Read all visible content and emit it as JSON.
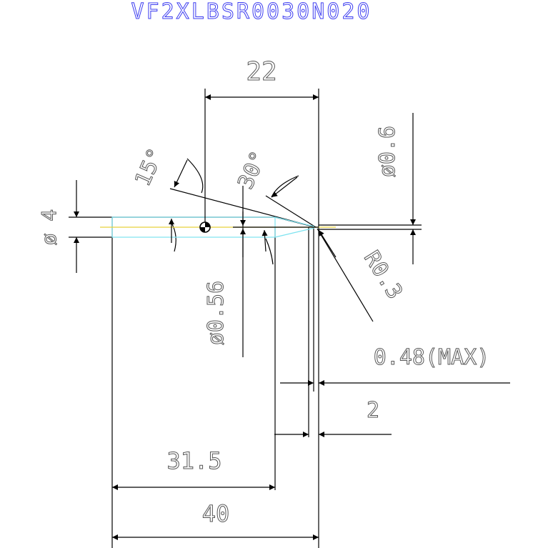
{
  "title": "VF2XLBSR0030N020",
  "dimensions": {
    "length_to_tip": "22",
    "tip_diameter": "ø0.6",
    "shank_diameter": "ø 4",
    "neck_diameter": "ø0.56",
    "corner_radius": "R0.3",
    "max_flute": "0.48(MAX)",
    "tip_length": "2",
    "neck_length": "31.5",
    "overall_length": "40"
  },
  "angles": {
    "helix": "15°",
    "point": "30°"
  },
  "colors": {
    "background": "#ffffff",
    "title": "#3c3cf0",
    "lines": "#000000",
    "text": "#555555",
    "tool_outline": "#7de3f0",
    "centerline": "#e6d23c"
  }
}
